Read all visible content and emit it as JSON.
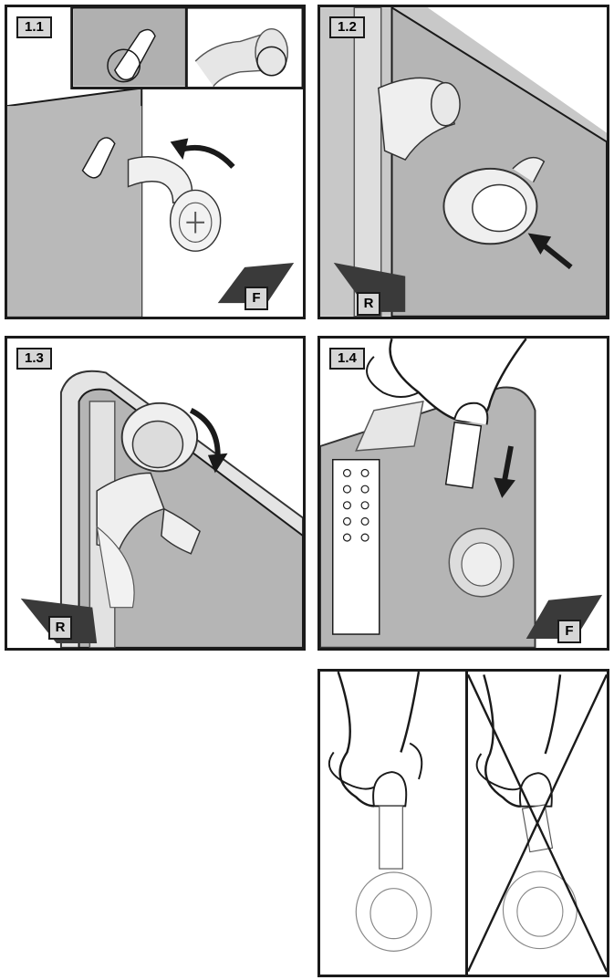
{
  "steps": [
    {
      "label": "1.1",
      "direction": "F"
    },
    {
      "label": "1.2",
      "direction": "R"
    },
    {
      "label": "1.3",
      "direction": "R"
    },
    {
      "label": "1.4",
      "direction": "F"
    }
  ],
  "colors": {
    "panel_gray": "#b9b9b9",
    "dark_gray": "#8e8e8e",
    "outline": "#1a1a1a",
    "label_bg": "#d6d6d6"
  }
}
